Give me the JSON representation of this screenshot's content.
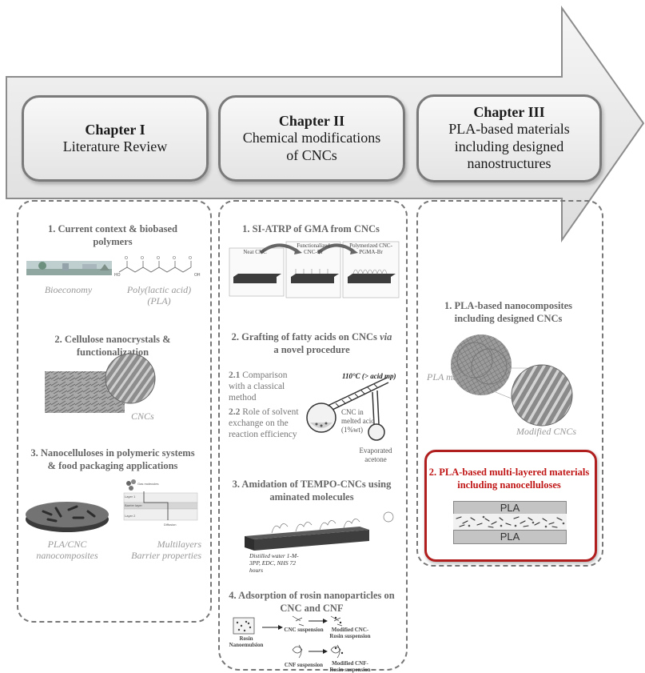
{
  "chapters": [
    {
      "number": "Chapter I",
      "title_lines": [
        "Literature Review"
      ]
    },
    {
      "number": "Chapter II",
      "title_lines": [
        "Chemical modifications",
        "of CNCs"
      ]
    },
    {
      "number": "Chapter III",
      "title_lines": [
        "PLA-based materials",
        "including designed",
        "nanostructures"
      ]
    }
  ],
  "col1": {
    "s1_title": "1. Current context & biobased polymers",
    "cap_bioeconomy": "Bioeconomy",
    "cap_pla": "Poly(lactic acid) (PLA)",
    "s2_title": "2. Cellulose nanocrystals & functionalization",
    "cap_cncs": "CNCs",
    "s3_title": "3. Nanocelluloses in polymeric systems & food packaging applications",
    "cap_pla_cnc": "PLA/CNC nanocomposites",
    "cap_multilayers": "Multilayers Barrier properties"
  },
  "col2": {
    "s1_title": "1. SI-ATRP of GMA from CNCs",
    "atrp_labels": [
      "Neat CNC",
      "Functionalized CNC-Br",
      "Polymerized CNC-PGMA-Br"
    ],
    "s2_title_pre": "2. Grafting of fatty acids on CNCs ",
    "s2_title_via": "via",
    "s2_title_post": " a novel procedure",
    "s21_num": "2.1",
    "s21_text": " Comparison with a classical method",
    "s22_num": "2.2",
    "s22_text": " Role of solvent exchange on the reaction efficiency",
    "temp_label": "110°C (> acid mp)",
    "cnc_acid": "CNC in melted acid (1%wt)",
    "evap": "Evaporated acetone",
    "s3_title": "3. Amidation of TEMPO-CNCs using aminated molecules",
    "amid_conditions": "Distilled water 1-M-3PP, EDC, NHS 72 hours",
    "s4_title": "4. Adsorption of rosin nanoparticles on CNC and CNF",
    "rosin_labels": [
      "Rosin Nanoemulsion",
      "CNC suspension",
      "Modified CNC-Rosin suspension",
      "CNF suspension",
      "Modified CNF-Rosin suspension"
    ]
  },
  "col3": {
    "s1_title": "1. PLA-based nanocomposites including designed CNCs",
    "cap_matrix": "PLA matrix",
    "cap_modified": "Modified CNCs",
    "s2_title": "2. PLA-based multi-layered materials including nanocelluloses",
    "layer_top": "PLA",
    "layer_bottom": "PLA"
  },
  "colors": {
    "highlight": "#b01e1e",
    "arrow_fill": "#ececec",
    "arrow_stroke": "#8c8c8c"
  }
}
